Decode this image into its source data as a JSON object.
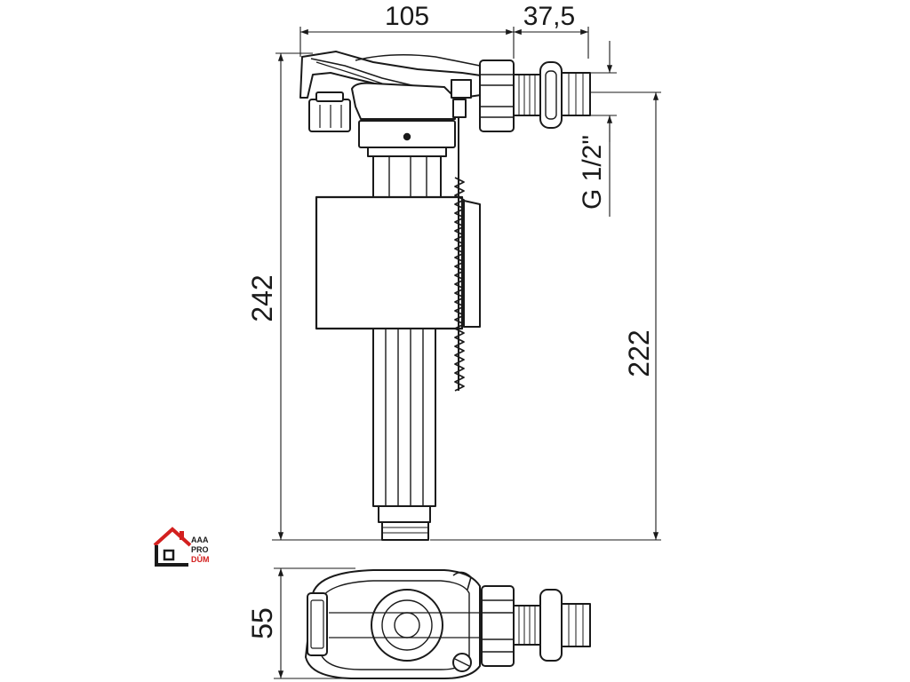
{
  "dimensions": {
    "width_top": "105",
    "width_inlet": "37,5",
    "height_total": "242",
    "height_inlet": "222",
    "thread": "G 1/2\"",
    "depth_bottom": "55"
  },
  "logo": {
    "line1": "AAA",
    "line2": "PRO",
    "line3": "DŮM",
    "colors": {
      "red": "#d3201f",
      "black": "#1a1a1a"
    }
  }
}
